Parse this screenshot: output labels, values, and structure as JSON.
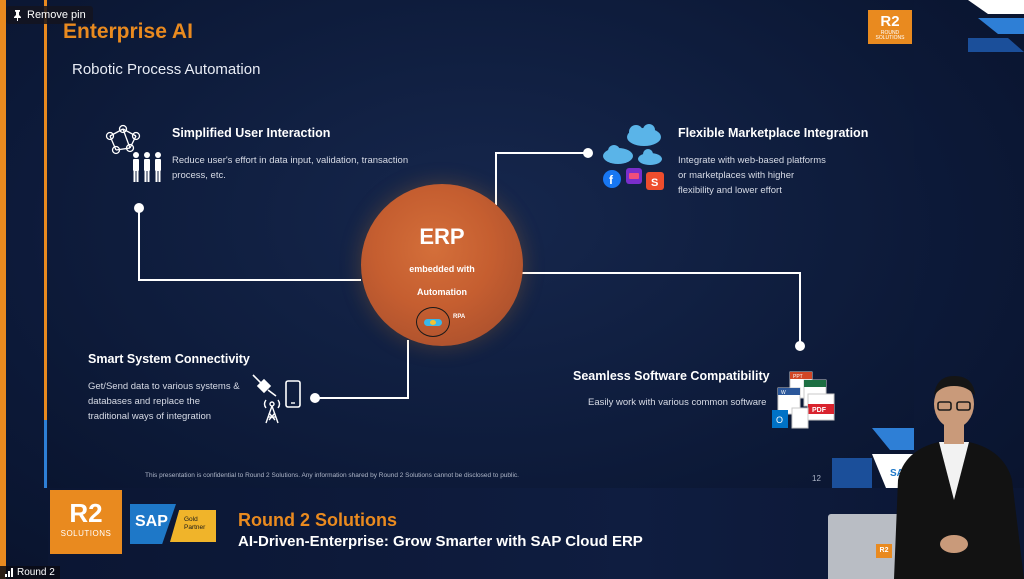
{
  "meeting": {
    "remove_pin_label": "Remove pin",
    "participant_name": "Round 2"
  },
  "slide": {
    "title": "Enterprise AI",
    "subtitle": "Robotic Process Automation",
    "center": {
      "title": "ERP",
      "line1": "embedded with",
      "line2": "Automation",
      "badge": "RPA"
    },
    "features": [
      {
        "heading": "Simplified User Interaction",
        "description_lines": [
          "Reduce user's effort in data input, validation, transaction",
          "process, etc."
        ]
      },
      {
        "heading": "Flexible Marketplace Integration",
        "description_lines": [
          "Integrate with web-based platforms",
          "or marketplaces with higher",
          "flexibility and lower effort"
        ]
      },
      {
        "heading": "Smart System Connectivity",
        "description_lines": [
          "Get/Send data to various systems &",
          "databases and replace the",
          "traditional ways of integration"
        ]
      },
      {
        "heading": "Seamless Software Compatibility",
        "description_lines": [
          "Easily work with various common software"
        ]
      }
    ],
    "confidential_note": "This presentation is confidential to Round 2 Solutions. Any information shared by Round 2 Solutions cannot be disclosed to public.",
    "page_number": "12",
    "logo_top": {
      "mark": "R2",
      "caption": "ROUND SOLUTIONS"
    }
  },
  "banner": {
    "logo_mark": "R2",
    "logo_caption": "SOLUTIONS",
    "sap_label": "SAP",
    "sap_partner_line1": "Gold",
    "sap_partner_line2": "Partner",
    "title": "Round 2 Solutions",
    "subtitle": "AI-Driven-Enterprise: Grow Smarter with SAP Cloud ERP"
  },
  "colors": {
    "accent_orange": "#e98a1f",
    "background_navy": "#0e1c3c",
    "erp_circle": "#c55e30",
    "sap_blue": "#1e78c8",
    "sap_gold": "#f0b42a"
  },
  "icons": [
    "pin-icon",
    "network-icon",
    "people-icon",
    "cloud-icon",
    "facebook-icon",
    "lazada-icon",
    "shopee-icon",
    "plug-icon",
    "phone-icon",
    "antenna-icon",
    "document-stack-icon",
    "rpa-bot-icon",
    "signal-bars-icon"
  ]
}
